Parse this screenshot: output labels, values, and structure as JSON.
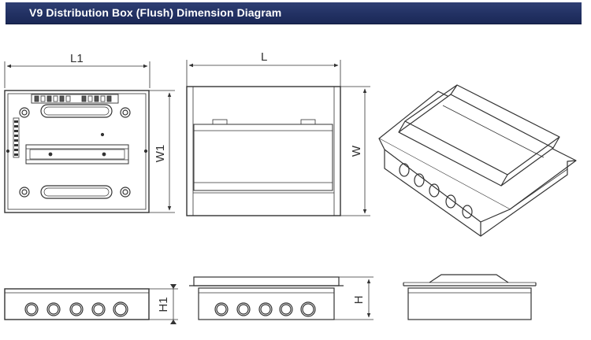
{
  "header": {
    "title": "V9 Distribution Box (Flush) Dimension Diagram"
  },
  "dimensions": {
    "front_width": "L1",
    "front_height": "W1",
    "cover_width": "L",
    "cover_height": "W",
    "bottom_height_left": "H1",
    "bottom_height_middle": "H"
  },
  "colors": {
    "banner": "#223163",
    "line": "#333333"
  }
}
